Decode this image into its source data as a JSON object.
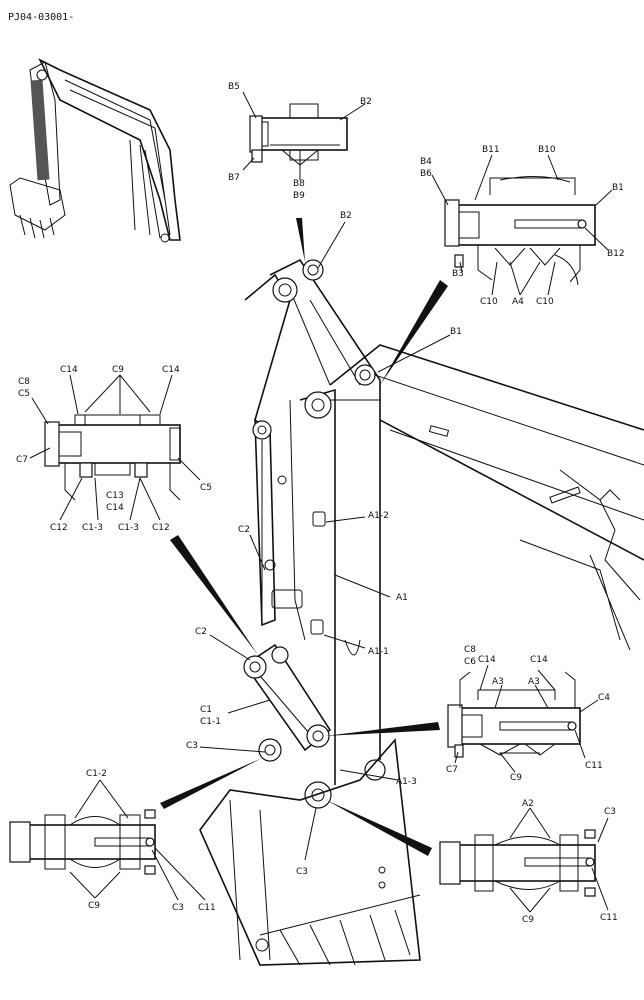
{
  "doc_ref": "PJ04-03001-",
  "callouts": {
    "B5": "B5",
    "B2a": "B2",
    "B7": "B7",
    "B8": "B8",
    "B9": "B9",
    "B4": "B4",
    "B6": "B6",
    "B11": "B11",
    "B10": "B10",
    "B1a": "B1",
    "B12": "B12",
    "B3": "B3",
    "C10a": "C10",
    "A4": "A4",
    "C10b": "C10",
    "B2b": "B2",
    "B1b": "B1",
    "C8a": "C8",
    "C5a": "C5",
    "C14a": "C14",
    "C9a": "C9",
    "C14b": "C14",
    "C7a": "C7",
    "C5b": "C5",
    "C13": "C13",
    "C14c": "C14",
    "C12a": "C12",
    "C13a": "C1-3",
    "C13b": "C1-3",
    "C12b": "C12",
    "A12": "A1-2",
    "C2a": "C2",
    "A1": "A1",
    "A11": "A1-1",
    "C2b": "C2",
    "C1": "C1",
    "C11a": "C1-1",
    "C3a": "C3",
    "A13": "A1-3",
    "C3b": "C3",
    "C8b": "C8",
    "C6": "C6",
    "C14d": "C14",
    "C14e": "C14",
    "A3a": "A3",
    "A3b": "A3",
    "C4": "C4",
    "C7b": "C7",
    "C9b": "C9",
    "C11b": "C11",
    "C12c": "C1-2",
    "C9c": "C9",
    "C3c": "C3",
    "C11c": "C11",
    "A2": "A2",
    "C3d": "C3",
    "C9d": "C9",
    "C11d": "C11"
  }
}
